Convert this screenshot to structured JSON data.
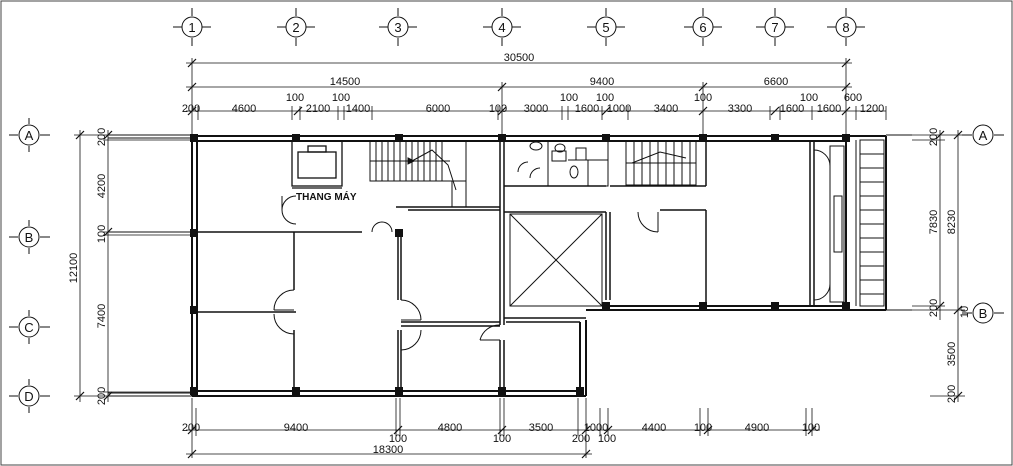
{
  "grid_axes": {
    "columns": [
      "1",
      "2",
      "3",
      "4",
      "5",
      "6",
      "7",
      "8"
    ],
    "rows": [
      "A",
      "B",
      "C",
      "D"
    ],
    "rows_right": [
      "A",
      "B"
    ]
  },
  "room_labels": {
    "elevator": "THANG MÁY"
  },
  "dimensions": {
    "top_overall": "30500",
    "top_sub": [
      "14500",
      "9400",
      "6600"
    ],
    "top_detail": [
      "200",
      "4600",
      "100",
      "2100",
      "100",
      "1400",
      "6000",
      "100",
      "3000",
      "100",
      "1600",
      "100",
      "1000",
      "3400",
      "100",
      "3300",
      "1600",
      "100",
      "1600",
      "600",
      "1200"
    ],
    "bottom_detail": [
      "200",
      "9400",
      "100",
      "4800",
      "100",
      "3500",
      "1000",
      "200",
      "100",
      "4400",
      "100",
      "4900",
      "100"
    ],
    "bottom_overall": "18300",
    "left_overall": "12100",
    "left_detail": [
      "200",
      "4200",
      "100",
      "7400",
      "200"
    ],
    "right_a": [
      "200",
      "7830",
      "8230",
      "200",
      "10"
    ],
    "right_b": [
      "3500",
      "200"
    ]
  }
}
